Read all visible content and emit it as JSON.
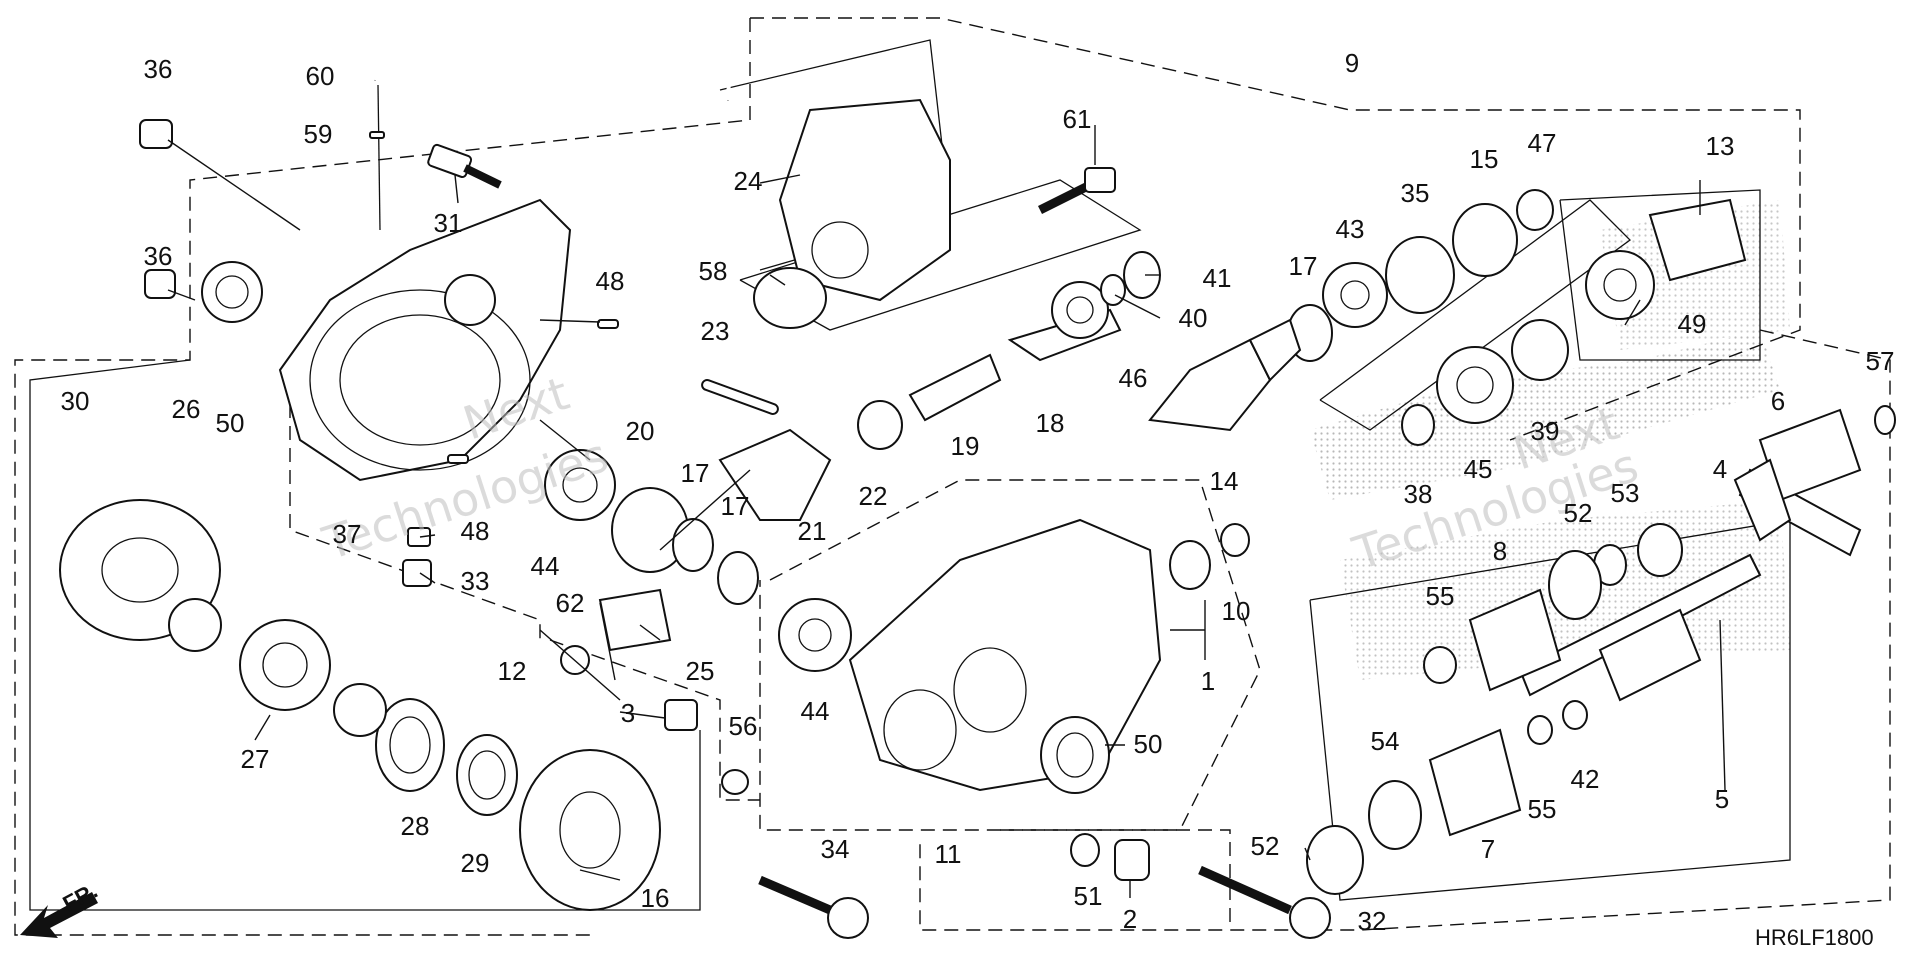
{
  "diagram": {
    "callouts": [
      "1",
      "2",
      "3",
      "4",
      "5",
      "6",
      "7",
      "8",
      "9",
      "10",
      "11",
      "12",
      "13",
      "14",
      "15",
      "16",
      "17",
      "17",
      "17",
      "18",
      "19",
      "20",
      "21",
      "22",
      "23",
      "24",
      "25",
      "26",
      "27",
      "28",
      "29",
      "30",
      "31",
      "32",
      "33",
      "34",
      "35",
      "36",
      "36",
      "37",
      "38",
      "39",
      "40",
      "41",
      "42",
      "43",
      "44",
      "44",
      "45",
      "46",
      "47",
      "48",
      "48",
      "49",
      "50",
      "50",
      "51",
      "52",
      "52",
      "53",
      "54",
      "55",
      "55",
      "56",
      "57",
      "58",
      "59",
      "60",
      "61",
      "62"
    ],
    "diagram_code": "HR6LF1800",
    "front_indicator": "FR.",
    "watermark": [
      "Next",
      "Technologies"
    ]
  }
}
